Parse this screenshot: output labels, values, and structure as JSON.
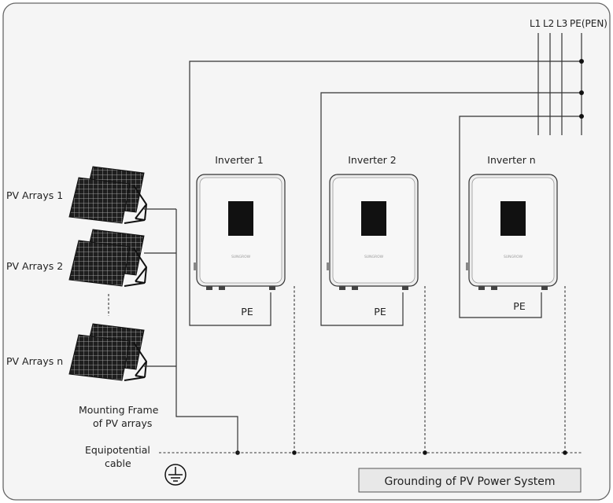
{
  "bus_labels": {
    "l1": "L1",
    "l2": "L2",
    "l3": "L3",
    "pe": "PE(PEN)"
  },
  "inverters": [
    {
      "label": "Inverter 1",
      "brand": "SUNGROW",
      "pe": "PE"
    },
    {
      "label": "Inverter 2",
      "brand": "SUNGROW",
      "pe": "PE"
    },
    {
      "label": "Inverter n",
      "brand": "SUNGROW",
      "pe": "PE"
    }
  ],
  "pv_arrays": [
    "PV Arrays 1",
    "PV Arrays 2",
    "PV Arrays n"
  ],
  "mounting_frame": {
    "line1": "Mounting Frame",
    "line2": "of PV arrays"
  },
  "equipotential": {
    "line1": "Equipotential",
    "line2": "cable"
  },
  "caption": "Grounding of PV Power System",
  "colors": {
    "frame": "#666666",
    "background": "#f5f5f5",
    "caption_bg": "#e8e8e8",
    "panel": "#222222",
    "inverter_body": "#eeeeee"
  },
  "icons": [
    "ground-symbol-icon",
    "pv-panel-icon",
    "inverter-display-icon"
  ]
}
